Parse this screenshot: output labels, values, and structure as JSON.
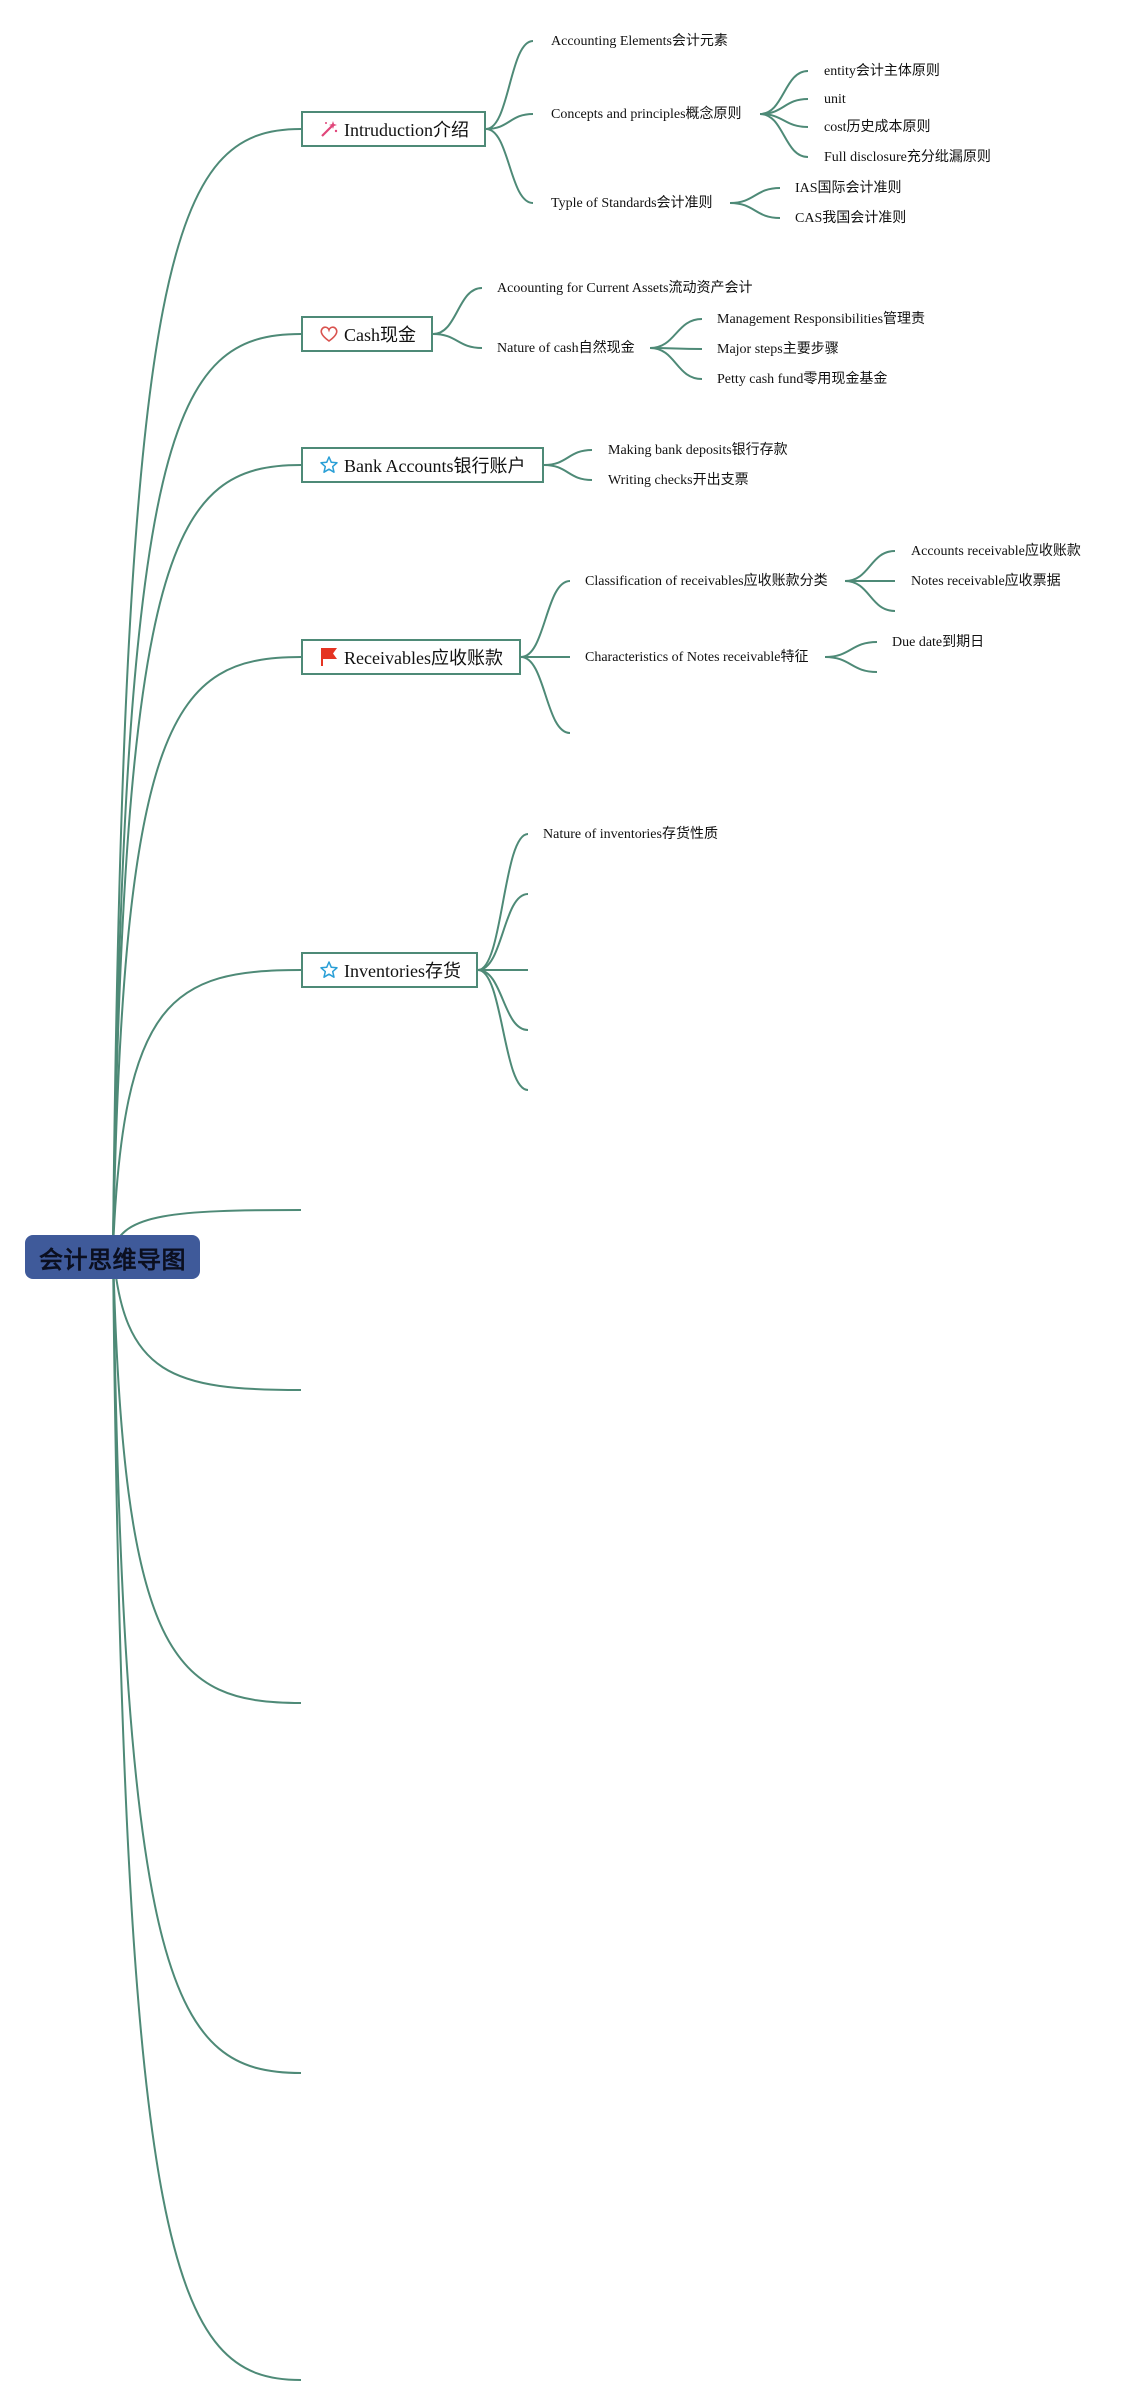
{
  "root": {
    "label": "会计思维导图"
  },
  "topics": [
    {
      "id": "intro",
      "label": "Intruduction介绍",
      "icon": "magic-wand-icon"
    },
    {
      "id": "cash",
      "label": "Cash现金",
      "icon": "heart-icon"
    },
    {
      "id": "bank",
      "label": "Bank Accounts银行账户",
      "icon": "star-icon"
    },
    {
      "id": "receivables",
      "label": "Receivables应收账款",
      "icon": "red-flag-icon"
    },
    {
      "id": "inventories",
      "label": "Inventories存货",
      "icon": "star-icon"
    }
  ],
  "subtopics": {
    "accounting_elements": "Accounting Elements会计元素",
    "concepts": "Concepts and principles概念原则",
    "entity": "entity会计主体原则",
    "unit": "unit",
    "cost": "cost历史成本原则",
    "full_disclosure": "Full disclosure充分纰漏原则",
    "types": "Typle of Standards会计准则",
    "ias": "IAS国际会计准则",
    "cas": "CAS我国会计准则",
    "current_assets": "Acoounting for Current Assets流动资产会计",
    "nature_cash": "Nature of cash自然现金",
    "management": "Management Responsibilities管理责",
    "major_steps": "Major steps主要步骤",
    "petty_cash": "Petty cash fund零用现金基金",
    "bank_deposits": "Making bank deposits银行存款",
    "writing_checks": "Writing checks开出支票",
    "classification": "Classification of receivables应收账款分类",
    "accounts_receivable": "Accounts receivable应收账款",
    "notes_receivable": "Notes receivable应收票据",
    "characteristics": "Characteristics of Notes receivable特征",
    "due_date": "Due date到期日",
    "nature_inventories": "Nature of inventories存货性质"
  },
  "colors": {
    "line": "#4e8a77",
    "root": "#3f5a9a",
    "flag": "#e53422",
    "star": "#2a9fd6",
    "heart": "#d9534f",
    "wand": "#e0467a"
  }
}
